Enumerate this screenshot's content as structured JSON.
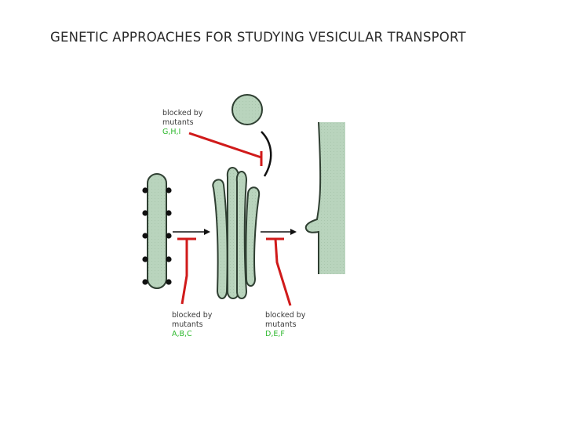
{
  "title": "GENETIC APPROACHES FOR STUDYING VESICULAR TRANSPORT",
  "labels": {
    "top": {
      "line1": "blocked by",
      "line2": "mutants",
      "mutants": "G,H,I"
    },
    "left": {
      "line1": "blocked by",
      "line2": "mutants",
      "mutants": "A,B,C"
    },
    "right": {
      "line1": "blocked by",
      "line2": "mutants",
      "mutants": "D,E,F"
    }
  },
  "colors": {
    "membrane_fill": "#b5cfb8",
    "outline": "#2f3f32",
    "block_line": "#d01a1a",
    "mutant_text": "#2db82d"
  }
}
